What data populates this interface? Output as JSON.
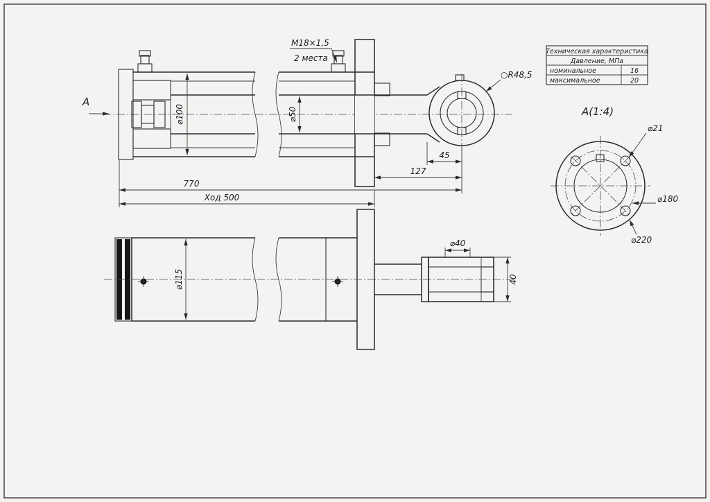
{
  "top_view": {
    "section_label": "А",
    "thread_callout_line1": "М18×1,5",
    "thread_callout_line2": "2 места",
    "dim_bore": "⌀100",
    "dim_rod": "⌀50",
    "dim_eye_radius": "○R48,5",
    "dim_45": "45",
    "dim_127": "127",
    "dim_770": "770",
    "dim_stroke": "Ход 500"
  },
  "bottom_view": {
    "dim_115": "⌀115",
    "dim_40_dia": "⌀40",
    "dim_40_len": "40"
  },
  "detail_view": {
    "title": "А(1:4)",
    "dim_21": "⌀21",
    "dim_180": "⌀180",
    "dim_220": "⌀220"
  },
  "table": {
    "title": "Техническая характеристика",
    "subtitle": "Давление, МПа",
    "rows": [
      {
        "label": "номинальное",
        "value": "16"
      },
      {
        "label": "максимальное",
        "value": "20"
      }
    ]
  },
  "colors": {
    "line": "#2b2b2b",
    "background": "#f4f3f1"
  }
}
